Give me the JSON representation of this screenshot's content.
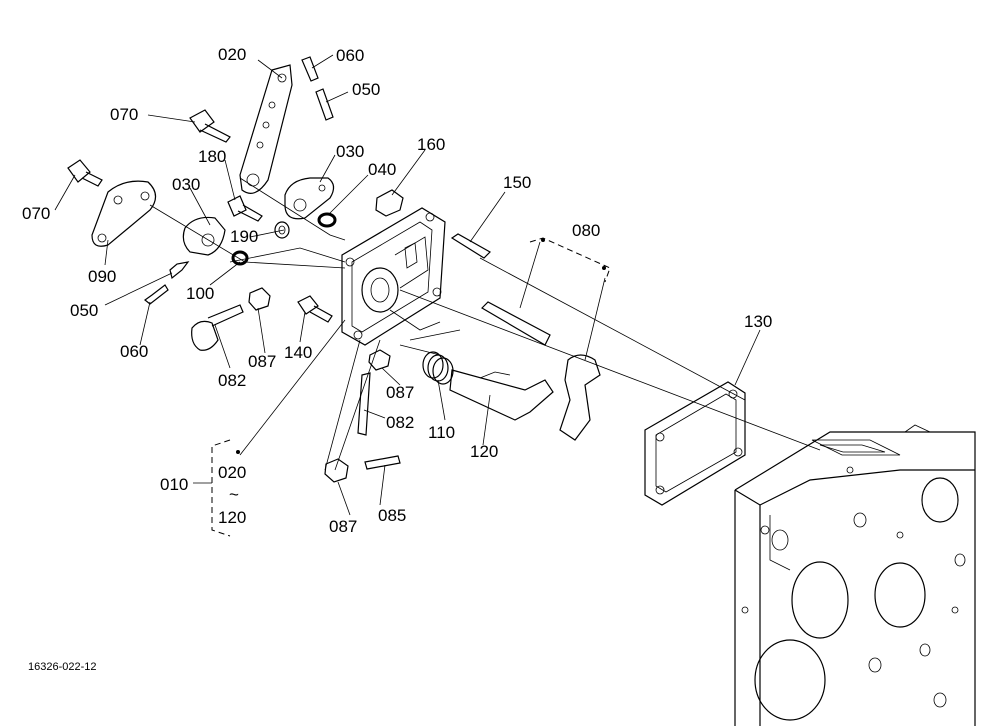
{
  "diagram": {
    "drawing_number": "16326-022-12",
    "labels": {
      "p020_top": "020",
      "p060_top": "060",
      "p050_top": "050",
      "p070_top": "070",
      "p180": "180",
      "p030_mid": "030",
      "p040": "040",
      "p160": "160",
      "p070_left": "070",
      "p030_left": "030",
      "p190": "190",
      "p150": "150",
      "p080": "080",
      "p090": "090",
      "p100": "100",
      "p050_left": "050",
      "p060_left": "060",
      "p087_a": "087",
      "p082_a": "082",
      "p140": "140",
      "p087_b": "087",
      "p082_b": "082",
      "p110": "110",
      "p120": "120",
      "p130": "130",
      "p010": "010",
      "range_from": "020",
      "range_tilde": "~",
      "range_to": "120",
      "p087_c": "087",
      "p085": "085"
    }
  }
}
